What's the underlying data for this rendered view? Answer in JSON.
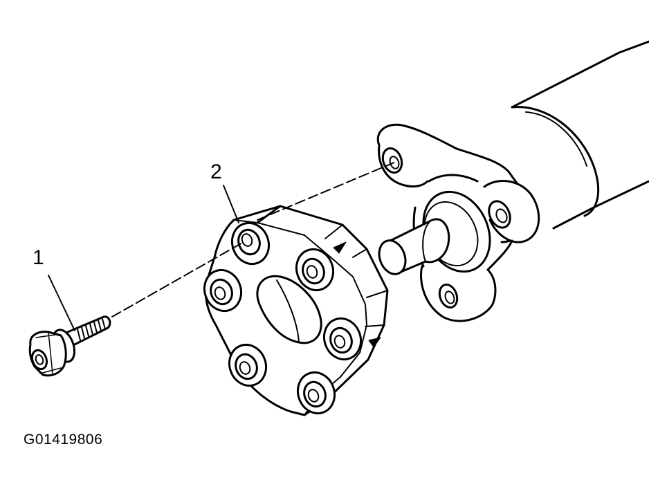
{
  "callouts": [
    {
      "number": "1",
      "part": "bolt"
    },
    {
      "number": "2",
      "part": "flexible-coupling"
    }
  ],
  "figure_id": "G01419806",
  "colors": {
    "stroke": "#000000",
    "fill": "#ffffff"
  }
}
